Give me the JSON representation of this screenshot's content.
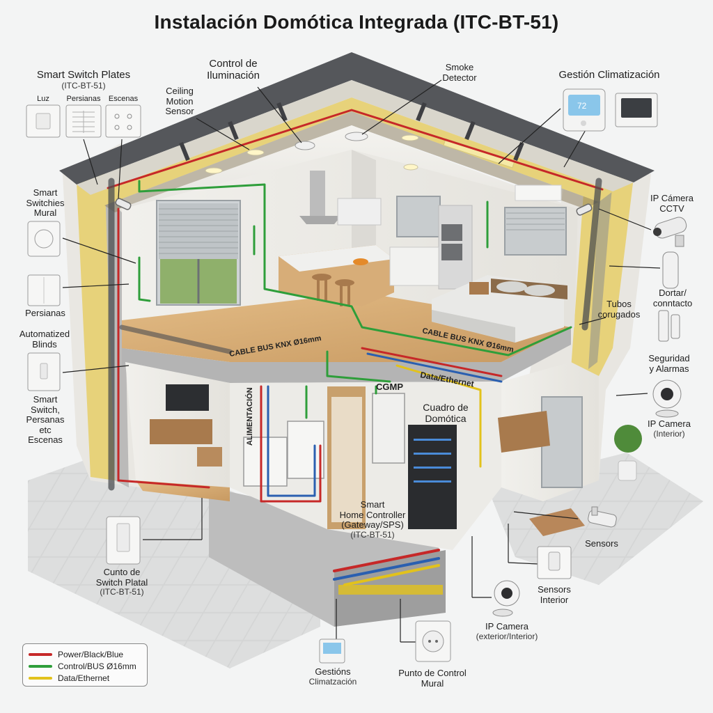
{
  "title": "Instalación Domótica Integrada (ITC-BT-51)",
  "labels": {
    "smart_switch_plates": "Smart Switch Plates",
    "smart_switch_plates_sub": "(ITC-BT-51)",
    "plate_luz": "Luz",
    "plate_persianas": "Persianas",
    "plate_escenas": "Escenas",
    "ceiling_motion_sensor": "Ceiling\nMotion\nSensor",
    "control_iluminacion": "Control de\nIluminación",
    "smoke_detector": "Smoke\nDetector",
    "gestion_climatizacion": "Gestión Climatización",
    "thermostat_display": "72",
    "smart_switches_mural": "Smart\nSwitchies\nMural",
    "persianas": "Persianas",
    "automatized_blinds": "Automatized\nBlinds",
    "smart_switch_persanas": "Smart\nSwitch,\nPersanas\netc\nEscenas",
    "ip_camera_cctv": "IP Cámera\nCCTV",
    "dortar_contacto": "Dortar/\nconntacto",
    "tubos_corugados": "Tubos\ncorugados",
    "seguridad_alarmas": "Seguridad\ny Alarmas",
    "ip_camera_interior": "IP Camera",
    "ip_camera_interior_sub": "(Interior)",
    "sensors": "Sensors",
    "sensors_interior": "Sensors\nInterior",
    "ip_camera_ext": "IP Camera",
    "ip_camera_ext_sub": "(exterior/Interior)",
    "punto_control_mural": "Punto de Control\nMural",
    "gestions_climatizacion": "Gestións",
    "gestions_climatizacion_sub": "Climatzación",
    "cunto_switch_platal": "Cunto de\nSwitch Platal",
    "cunto_switch_platal_sub": "(ITC-BT-51)",
    "smart_home_controller": "Smart\nHome Controller\n(Gateway/SPS)",
    "smart_home_controller_sub": "(ITC-BT-51)",
    "cgmp": "CGMP",
    "cuadro_domotica": "Cuadro de\nDomótica",
    "data_ethernet_label": "Data/Ethernet",
    "alimentacion": "ALIMENTACIÓN",
    "cable_bus_1": "CABLE BUS KNX Ø16mm",
    "cable_bus_2": "CABLE BUS KNX Ø16mm"
  },
  "legend": [
    {
      "label": "Power/Black/Blue",
      "color": "#c62828"
    },
    {
      "label": "Control/BUS Ø16mm",
      "color": "#2e9e3a"
    },
    {
      "label": "Data/Ethernet",
      "color": "#e2c21c"
    }
  ],
  "colors": {
    "power": "#c62828",
    "bus": "#2e9e3a",
    "data": "#e2c21c",
    "neutral": "#2a5fb0",
    "roof": "#5b5d61",
    "insulation": "#e7d27a",
    "wood_floor": "#d7ad78",
    "wall": "#ecebe7"
  }
}
